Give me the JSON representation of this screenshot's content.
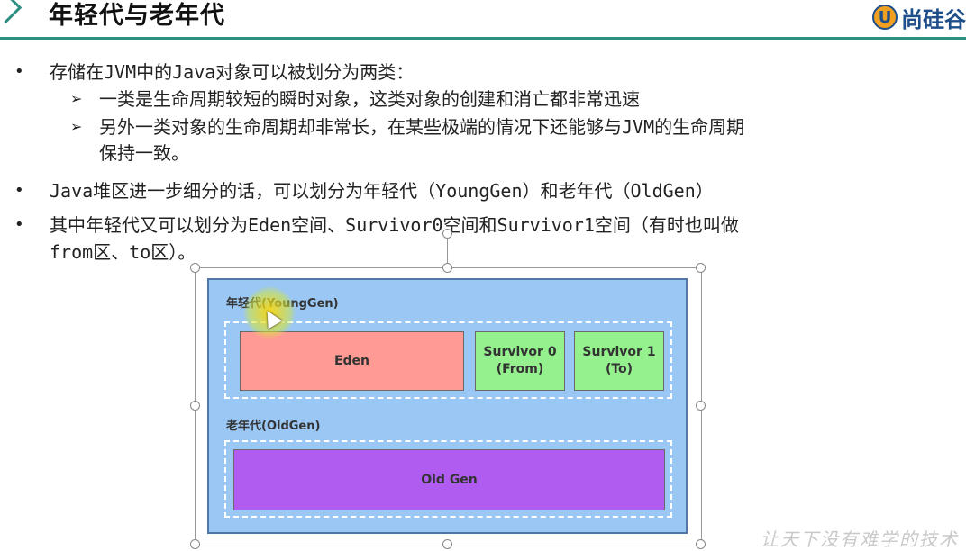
{
  "slide": {
    "title": "年轻代与老年代",
    "logo_mark": "U",
    "logo_text": "尚硅谷",
    "bullets": [
      {
        "text": "存储在JVM中的Java对象可以被划分为两类：",
        "sub": [
          {
            "lines": [
              "一类是生命周期较短的瞬时对象，这类对象的创建和消亡都非常迅速"
            ]
          },
          {
            "lines": [
              "另外一类对象的生命周期却非常长，在某些极端的情况下还能够与JVM的生命周期",
              "保持一致。"
            ]
          }
        ]
      },
      {
        "lines": [
          "Java堆区进一步细分的话，可以划分为年轻代（YoungGen）和老年代（OldGen）"
        ]
      },
      {
        "lines": [
          "其中年轻代又可以划分为Eden空间、Survivor0空间和Survivor1空间（有时也叫做",
          "from区、to区）。"
        ]
      }
    ],
    "watermark": "让天下没有难学的技术"
  },
  "diagram": {
    "young_label": "年轻代(YoungGen)",
    "old_label": "老年代(OldGen)",
    "eden_label": "Eden",
    "s0_label_1": "Survivor 0",
    "s0_label_2": "(From)",
    "s1_label_1": "Survivor 1",
    "s1_label_2": "(To)",
    "oldgen_label": "Old Gen",
    "colors": {
      "heap": "#9ac7f4",
      "eden": "#ff9b94",
      "survivor": "#95f08e",
      "oldgen": "#b05cf0",
      "accent": "#2f8f83"
    }
  }
}
